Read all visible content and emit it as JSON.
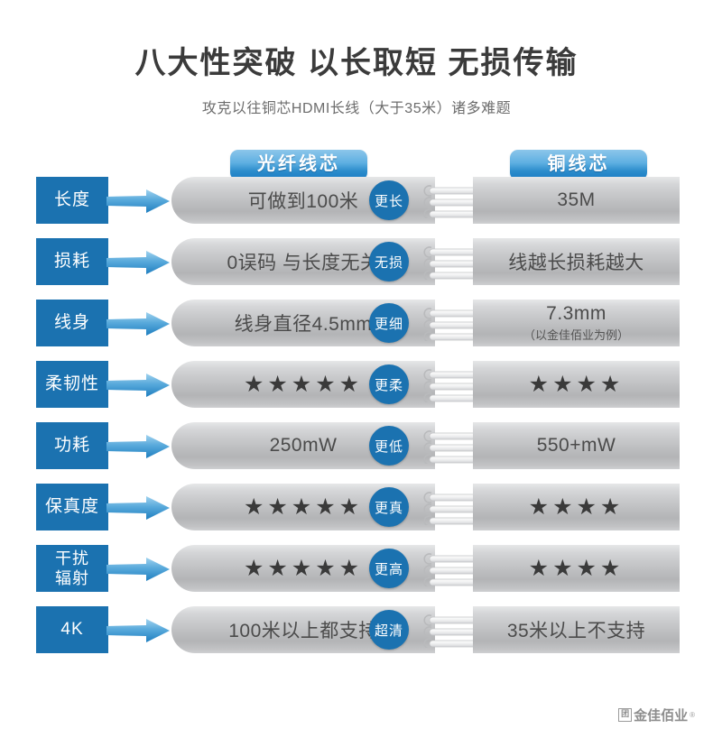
{
  "header": {
    "title": "八大性突破 以长取短 无损传输",
    "subtitle": "攻克以往铜芯HDMI长线（大于35米）诸多难题"
  },
  "columns": {
    "fiber_label": "光纤线芯",
    "copper_label": "铜线芯"
  },
  "colors": {
    "accent_blue": "#1b72b0",
    "pill_blue_top": "#8cc6ea",
    "pill_blue_bottom": "#1a7cc4",
    "bar_gray": "#c5c6c8",
    "star_gray": "#3a3a3a",
    "title_gray": "#3b3b3b",
    "subtitle_gray": "#6d6d6d",
    "footer_gray": "#8d8d8d"
  },
  "rows": [
    {
      "label": "长度",
      "label_lines": [
        "长度"
      ],
      "fiber_value": "可做到100米",
      "fiber_sub": "",
      "fiber_stars": 0,
      "badge": "更长",
      "copper_value": "35M",
      "copper_sub": "",
      "copper_stars": 0
    },
    {
      "label": "损耗",
      "label_lines": [
        "损耗"
      ],
      "fiber_value": "0误码 与长度无关",
      "fiber_sub": "",
      "fiber_stars": 0,
      "badge": "无损",
      "copper_value": "线越长损耗越大",
      "copper_sub": "",
      "copper_stars": 0
    },
    {
      "label": "线身",
      "label_lines": [
        "线身"
      ],
      "fiber_value": "线身直径4.5mm",
      "fiber_sub": "",
      "fiber_stars": 0,
      "badge": "更细",
      "copper_value": "7.3mm",
      "copper_sub": "（以金佳佰业为例）",
      "copper_stars": 0
    },
    {
      "label": "柔韧性",
      "label_lines": [
        "柔韧性"
      ],
      "fiber_value": "",
      "fiber_sub": "",
      "fiber_stars": 5,
      "badge": "更柔",
      "copper_value": "",
      "copper_sub": "",
      "copper_stars": 4
    },
    {
      "label": "功耗",
      "label_lines": [
        "功耗"
      ],
      "fiber_value": "250mW",
      "fiber_sub": "",
      "fiber_stars": 0,
      "badge": "更低",
      "copper_value": "550+mW",
      "copper_sub": "",
      "copper_stars": 0
    },
    {
      "label": "保真度",
      "label_lines": [
        "保真度"
      ],
      "fiber_value": "",
      "fiber_sub": "",
      "fiber_stars": 5,
      "badge": "更真",
      "copper_value": "",
      "copper_sub": "",
      "copper_stars": 4
    },
    {
      "label": "干扰辐射",
      "label_lines": [
        "干扰",
        "辐射"
      ],
      "fiber_value": "",
      "fiber_sub": "",
      "fiber_stars": 5,
      "badge": "更高",
      "copper_value": "",
      "copper_sub": "",
      "copper_stars": 4
    },
    {
      "label": "4K",
      "label_lines": [
        "4K"
      ],
      "fiber_value": "100米以上都支持",
      "fiber_sub": "",
      "fiber_stars": 0,
      "badge": "超清",
      "copper_value": "35米以上不支持",
      "copper_sub": "",
      "copper_stars": 0
    }
  ],
  "footer": {
    "mark": "团",
    "brand": "金佳佰业",
    "registered": "®"
  }
}
